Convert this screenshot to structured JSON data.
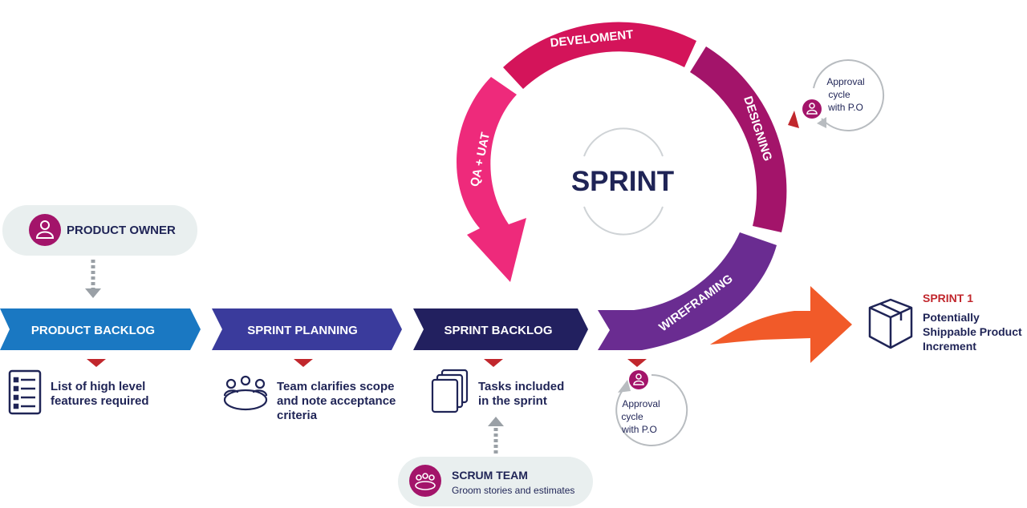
{
  "colors": {
    "navy": "#1f2456",
    "blue_bar": "#1a78c2",
    "indigo_bar": "#3a3b9c",
    "dark_bar": "#22205f",
    "magenta": "#a3146a",
    "crimson": "#d4145a",
    "pink": "#ee2a7b",
    "purple": "#6a2c91",
    "orange": "#f15a29",
    "red_marker": "#c1272d",
    "grey_pill": "#e9efef",
    "grey_line": "#9aa0a6"
  },
  "product_owner": {
    "label": "PRODUCT OWNER",
    "icon": "person-icon"
  },
  "flow": [
    {
      "label": "PRODUCT BACKLOG",
      "icon": "list-icon",
      "desc_lines": [
        "List of high level",
        "features required"
      ]
    },
    {
      "label": "SPRINT PLANNING",
      "icon": "team-table-icon",
      "desc_lines": [
        "Team clarifies scope",
        "and note acceptance",
        "criteria"
      ]
    },
    {
      "label": "SPRINT BACKLOG",
      "icon": "documents-icon",
      "desc_lines": [
        "Tasks included",
        "in the sprint"
      ]
    }
  ],
  "cycle": {
    "center": "SPRINT",
    "segments": [
      "DEVELOMENT",
      "DESIGNING",
      "WIREFRAMING",
      "QA + UAT"
    ]
  },
  "approval_top": {
    "lines": [
      "Approval",
      "cycle",
      "with P.O"
    ],
    "icon": "person-icon"
  },
  "approval_bottom": {
    "lines": [
      "Approval",
      "cycle",
      "with P.O"
    ],
    "icon": "person-icon"
  },
  "scrum_team": {
    "title": "SCRUM TEAM",
    "subtitle": "Groom stories and estimates",
    "icon": "group-icon"
  },
  "result": {
    "title": "SPRINT 1",
    "lines": [
      "Potentially",
      "Shippable Product",
      "Increment"
    ],
    "icon": "package-box-icon"
  }
}
